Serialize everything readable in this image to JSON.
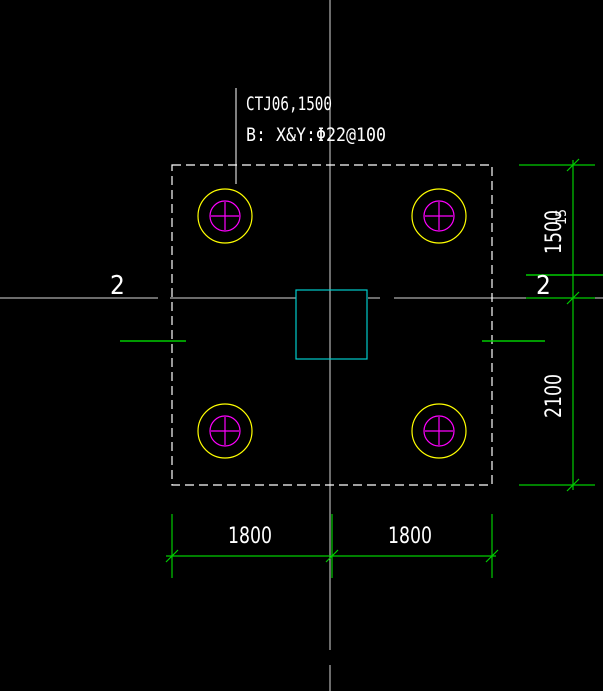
{
  "pile_cap": {
    "label": "CTJ06,1500",
    "reinforcement": "B: X&Y:Φ22@100"
  },
  "dimensions": {
    "bottom_left": "1800",
    "bottom_right": "1800",
    "right_top": "1500",
    "right_bottom": "2100"
  },
  "section_marks": {
    "left": "2",
    "right": "2"
  },
  "axis_marks": {
    "right_small": "15"
  },
  "colors": {
    "background": "#000000",
    "outline": "#ffffff",
    "dimension": "#00cc00",
    "pile_ring": "#ffff00",
    "pile_cross": "#ff00ff",
    "column": "#00cccc",
    "grid": "#d8d8d8"
  }
}
